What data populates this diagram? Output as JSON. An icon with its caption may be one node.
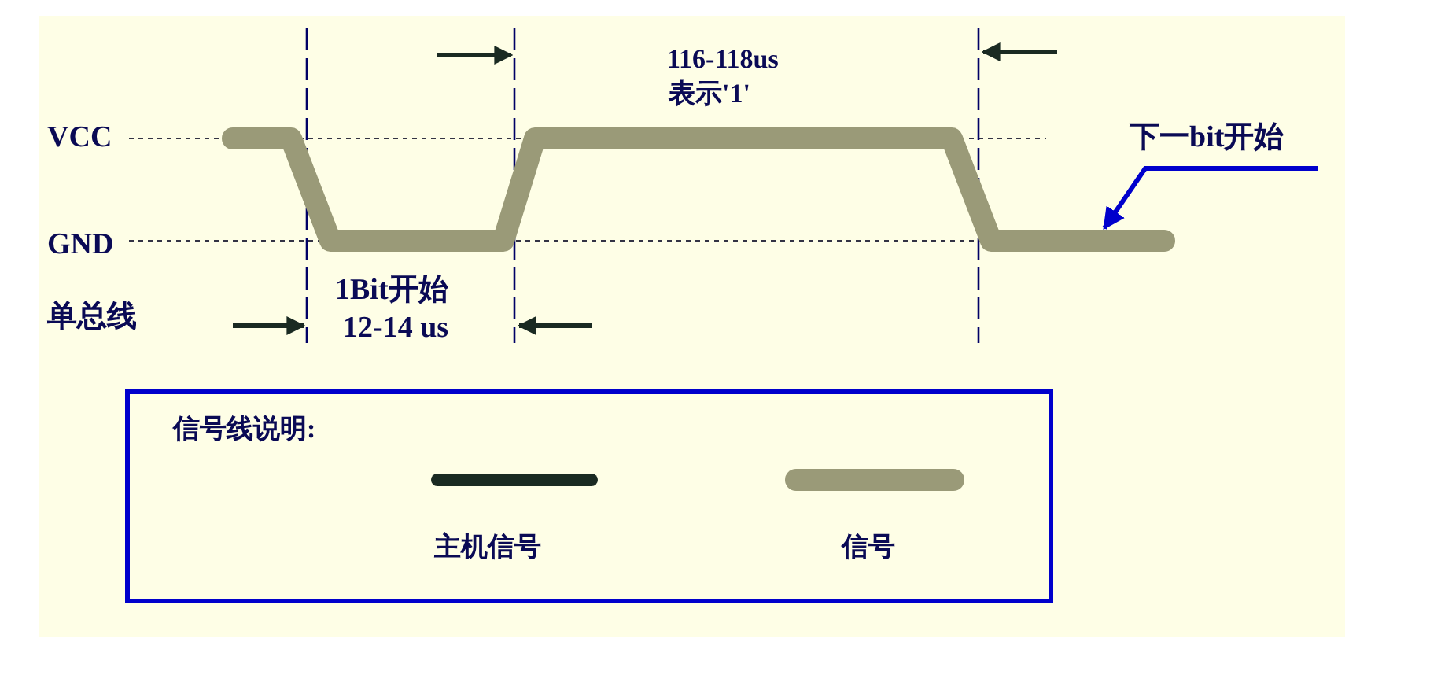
{
  "diagram": {
    "nodes": [
      {
        "text": [
          "下一bit开始"
        ]
      },
      {
        "text": [],
        "shape": "line"
      }
    ],
    "edges": [
      {
        "from": 0,
        "to": 1,
        "arrow": "to"
      }
    ],
    "labels": [
      "116-118us",
      "表示'1'",
      "VCC",
      "GND",
      "1Bit开始",
      "单总线",
      "12-14 us",
      "信号线说明:"
    ],
    "legend": [
      {
        "text": "主机信号"
      },
      {
        "text": "信号"
      }
    ]
  }
}
